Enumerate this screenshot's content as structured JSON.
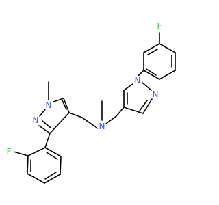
{
  "structure": {
    "atoms": [
      {
        "id": "F1",
        "label": "F",
        "color": "#33cc33"
      },
      {
        "id": "N1",
        "label": "N",
        "color": "#3050f8"
      },
      {
        "id": "N2",
        "label": "N",
        "color": "#3050f8"
      },
      {
        "id": "N3",
        "label": "N",
        "color": "#3050f8"
      },
      {
        "id": "N4",
        "label": "N",
        "color": "#3050f8"
      },
      {
        "id": "N5",
        "label": "N",
        "color": "#3050f8"
      },
      {
        "id": "F2",
        "label": "F",
        "color": "#33cc33"
      }
    ]
  },
  "colors": {
    "bond": "#000000",
    "nitrogen": "#3050f8",
    "fluorine": "#33cc33",
    "background": "#ffffff"
  }
}
